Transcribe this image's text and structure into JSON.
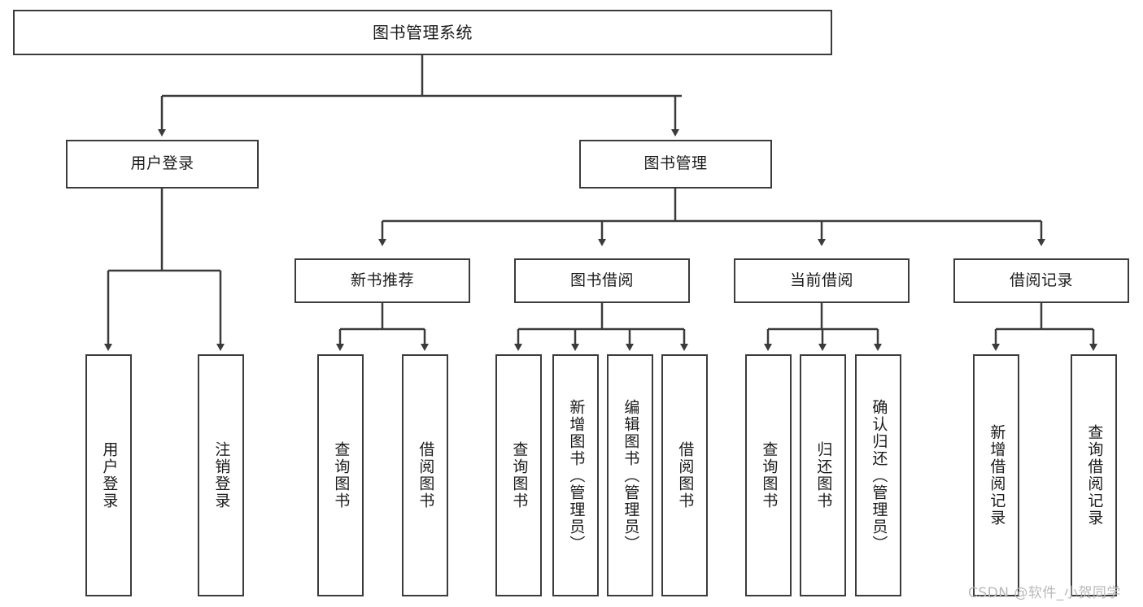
{
  "diagram": {
    "title": "图书管理系统",
    "type": "tree-hierarchy",
    "root": {
      "label": "图书管理系统"
    },
    "level1": [
      {
        "label": "用户登录"
      },
      {
        "label": "图书管理"
      }
    ],
    "level2": [
      {
        "label": "新书推荐"
      },
      {
        "label": "图书借阅"
      },
      {
        "label": "当前借阅"
      },
      {
        "label": "借阅记录"
      }
    ],
    "leaves": {
      "user_login": [
        {
          "label": "用户登录"
        },
        {
          "label": "注销登录"
        }
      ],
      "new_book": [
        {
          "label": "查询图书"
        },
        {
          "label": "借阅图书"
        }
      ],
      "book_borrow": [
        {
          "label": "查询图书"
        },
        {
          "label": "新增图书（管理员）"
        },
        {
          "label": "编辑图书（管理员）"
        },
        {
          "label": "借阅图书"
        }
      ],
      "current_borrow": [
        {
          "label": "查询图书"
        },
        {
          "label": "归还图书"
        },
        {
          "label": "确认归还（管理员）"
        }
      ],
      "borrow_record": [
        {
          "label": "新增借阅记录"
        },
        {
          "label": "查询借阅记录"
        }
      ]
    }
  },
  "watermark": {
    "text": "CSDN @软件_小贺同学"
  },
  "colors": {
    "border": "#3b3b3b",
    "background": "#ffffff",
    "text": "#1b1b1b",
    "watermark": "#b9b9b9"
  }
}
